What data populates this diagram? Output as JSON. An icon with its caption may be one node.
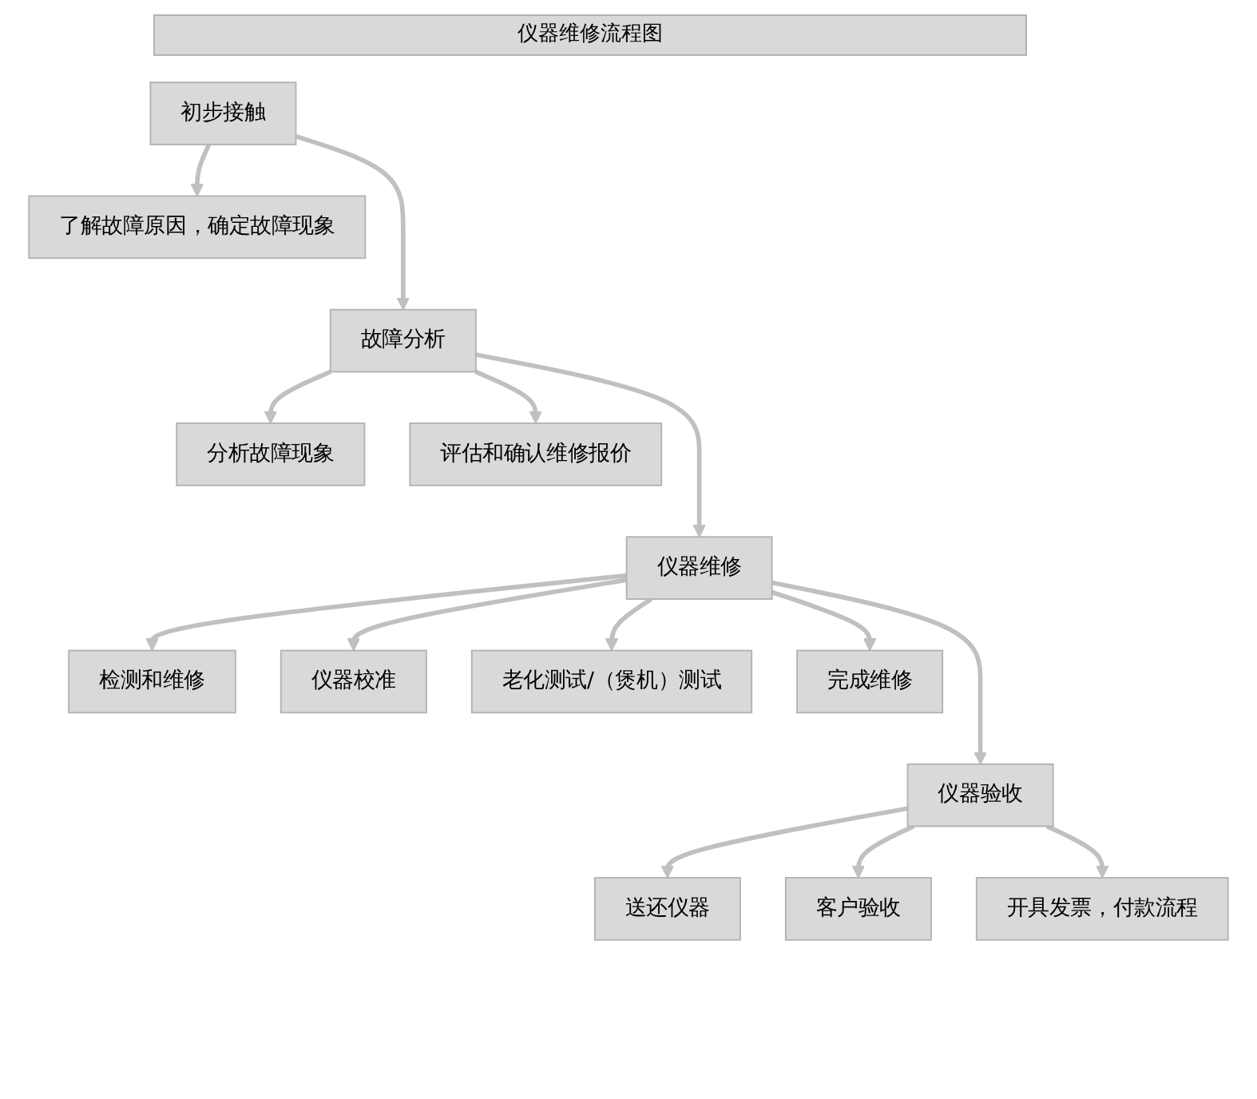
{
  "diagram": {
    "title": "仪器维修流程图",
    "nodes": [
      {
        "text": [
          "初步接触"
        ]
      },
      {
        "text": [
          "了解故障原因，确定故障现象"
        ]
      },
      {
        "text": [
          "故障分析"
        ]
      },
      {
        "text": [
          "分析故障现象"
        ]
      },
      {
        "text": [
          "评估和确认维修报价"
        ]
      },
      {
        "text": [
          "仪器维修"
        ]
      },
      {
        "text": [
          "检测和维修"
        ]
      },
      {
        "text": [
          "仪器校准"
        ]
      },
      {
        "text": [
          "老化测试/（煲机）测试"
        ]
      },
      {
        "text": [
          "完成维修"
        ]
      },
      {
        "text": [
          "仪器验收"
        ]
      },
      {
        "text": [
          "送还仪器"
        ]
      },
      {
        "text": [
          "客户验收"
        ]
      },
      {
        "text": [
          "开具发票，付款流程"
        ]
      }
    ],
    "edges": [
      {
        "from": 0,
        "to": 1,
        "arrow": "to"
      },
      {
        "from": 0,
        "to": 2,
        "arrow": "to"
      },
      {
        "from": 2,
        "to": 3,
        "arrow": "to"
      },
      {
        "from": 2,
        "to": 4,
        "arrow": "to"
      },
      {
        "from": 2,
        "to": 5,
        "arrow": "to"
      },
      {
        "from": 5,
        "to": 6,
        "arrow": "to"
      },
      {
        "from": 5,
        "to": 7,
        "arrow": "to"
      },
      {
        "from": 5,
        "to": 8,
        "arrow": "to"
      },
      {
        "from": 5,
        "to": 9,
        "arrow": "to"
      },
      {
        "from": 5,
        "to": 10,
        "arrow": "to"
      },
      {
        "from": 10,
        "to": 11,
        "arrow": "to"
      },
      {
        "from": 10,
        "to": 12,
        "arrow": "to"
      },
      {
        "from": 10,
        "to": 13,
        "arrow": "to"
      }
    ]
  }
}
